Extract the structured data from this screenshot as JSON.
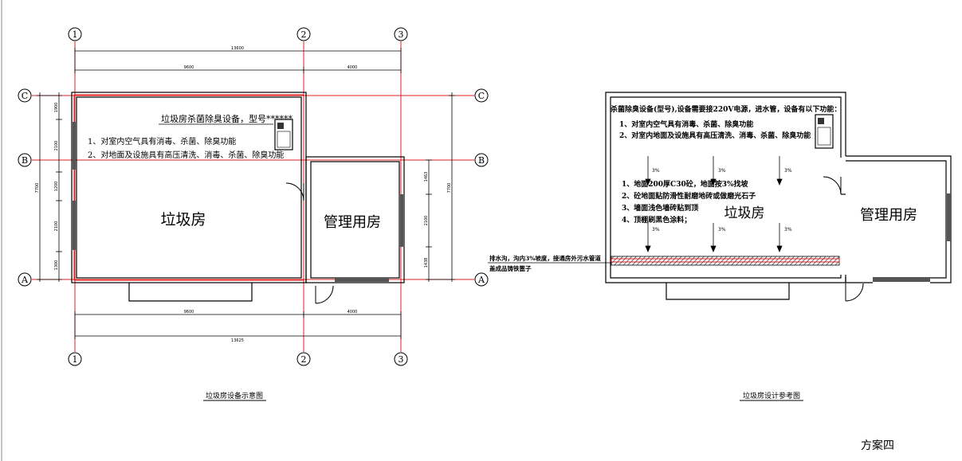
{
  "left_plan": {
    "grid_axes": {
      "col1": "1",
      "col2": "2",
      "col3": "3",
      "rowA": "A",
      "rowB": "B",
      "rowC": "C"
    },
    "dimensions": {
      "top_total": "13600",
      "top_left": "9600",
      "top_right": "4000",
      "bottom_left": "9600",
      "bottom_right": "4000",
      "bottom_total": "13625",
      "left_seg1": "1900",
      "left_seg2": "2100",
      "left_seg3": "1200",
      "left_seg4": "2100",
      "left_seg5": "1300",
      "left_total": "7700",
      "right_seg1": "1463",
      "right_seg2": "2100",
      "right_seg3": "1438",
      "right_total": "7700"
    },
    "equipment_title": "垃圾房杀菌除臭设备，型号******",
    "function_line1": "1、对室内空气具有消毒、杀菌、除臭功能",
    "function_line2": "2、对地面及设施具有高压清洗、消毒、杀菌、除臭功能",
    "room_main": "垃圾房",
    "room_office": "管理用房",
    "caption": "垃圾房设备示意图"
  },
  "right_plan": {
    "note_header": "杀菌除臭设备(型号),设备需要接220V电源，进水管，设备有以下功能：",
    "note_line1": "1、对室内空气具有消毒、杀菌、除臭功能",
    "note_line2": "2、对室内地面及设施具有高压清洗、消毒、杀菌、除臭功能",
    "slope_label": "3%",
    "spec_line1": "1、地面200厚C30砼，地面按3%找坡",
    "spec_line2": "2、砼地面贴防滑性耐磨地砖或做磨光石子",
    "spec_line3": "3、墙面浅色墙砖贴到顶",
    "spec_line4": "4、顶棚刷黑色涂料；",
    "drain_note_line1": "排水沟，沟内3%坡度，接通房外污水管道",
    "drain_note_line2": "盖成品铸铁篦子",
    "room_main": "垃圾房",
    "room_office": "管理用房",
    "caption": "垃圾房设计参考图"
  },
  "scheme_label": "方案四"
}
